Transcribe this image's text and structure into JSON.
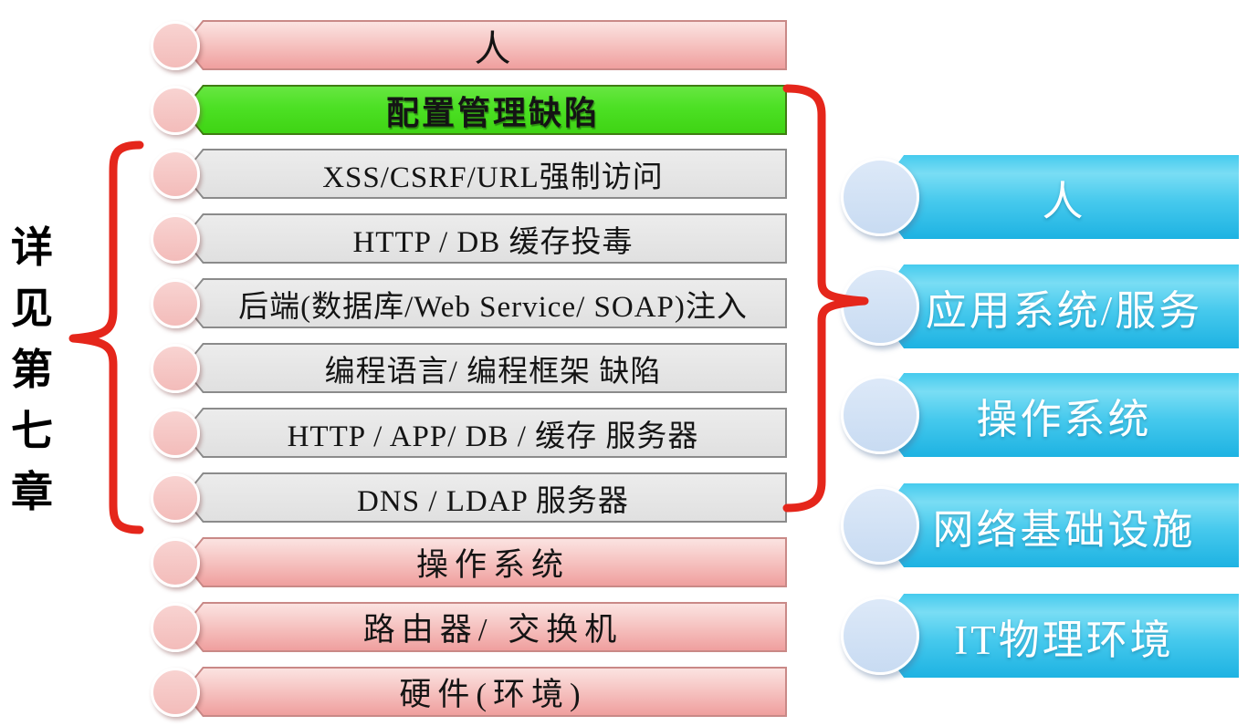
{
  "side_note": {
    "text": "详见第七章",
    "chars": [
      "详",
      "见",
      "第",
      "七",
      "章"
    ]
  },
  "left_stack": {
    "items": [
      {
        "label": "人",
        "variant": "pink"
      },
      {
        "label": "配置管理缺陷",
        "variant": "green"
      },
      {
        "label": "XSS/CSRF/URL强制访问",
        "variant": "gray"
      },
      {
        "label": "HTTP / DB 缓存投毒",
        "variant": "gray"
      },
      {
        "label": "后端(数据库/Web Service/ SOAP)注入",
        "variant": "gray"
      },
      {
        "label": "编程语言/ 编程框架 缺陷",
        "variant": "gray"
      },
      {
        "label": "HTTP / APP/ DB / 缓存 服务器",
        "variant": "gray"
      },
      {
        "label": "DNS / LDAP 服务器",
        "variant": "gray"
      },
      {
        "label": "操作系统",
        "variant": "pink"
      },
      {
        "label": "路由器/ 交换机",
        "variant": "pink"
      },
      {
        "label": "硬件(环境)",
        "variant": "pink"
      }
    ]
  },
  "right_stack": {
    "items": [
      {
        "label": "人"
      },
      {
        "label": "应用系统/服务"
      },
      {
        "label": "操作系统"
      },
      {
        "label": "网络基础设施"
      },
      {
        "label": "IT物理环境"
      }
    ]
  },
  "colors": {
    "pink_bar_top": "#fbe3e1",
    "pink_bar_bottom": "#ef9f9e",
    "gray_bar": "#e6e6e6",
    "gray_border": "#8b8b8b",
    "green_bar": "#4ce024",
    "blue_bar_top": "#79ddf4",
    "blue_bar_bottom": "#1db2e2",
    "pink_circle": "#f5c8c6",
    "blue_circle": "#d2e2f5",
    "brace_red": "#e5261b",
    "text_black": "#141414",
    "text_white": "#ffffff"
  }
}
